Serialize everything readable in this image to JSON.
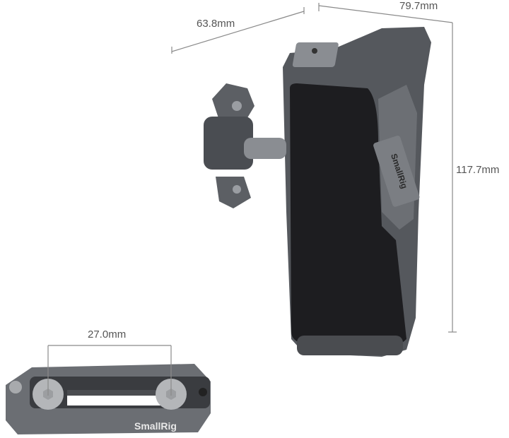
{
  "dimensions": {
    "depth": "63.8mm",
    "width": "79.7mm",
    "height": "117.7mm",
    "plate_hole_spacing": "27.0mm"
  },
  "brand": {
    "logo_text": "SmallRig"
  },
  "colors": {
    "grip": "#1c1c1e",
    "metal": "#5a5d62",
    "plate": "#6b6e73",
    "dimension_lines": "#8a8a8a"
  }
}
